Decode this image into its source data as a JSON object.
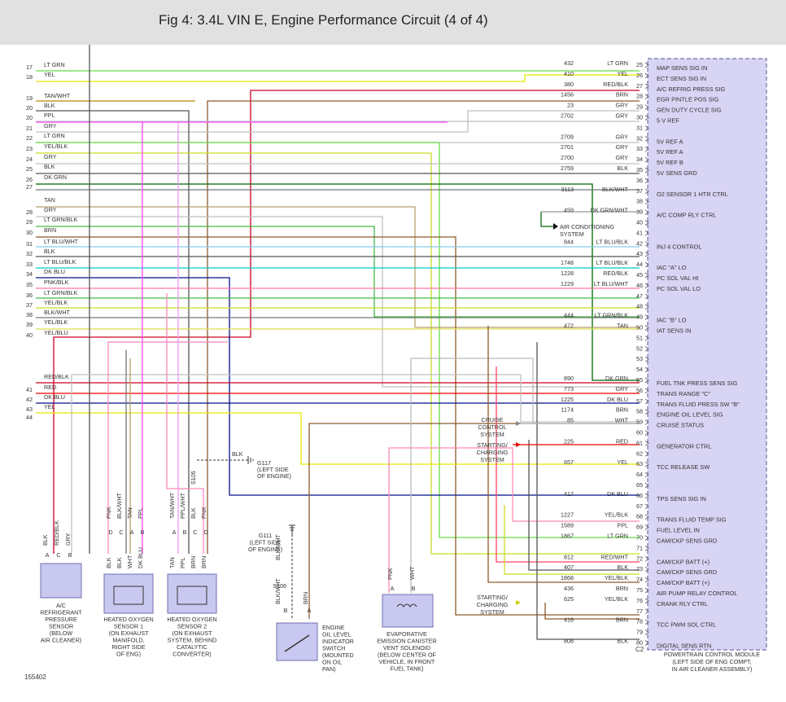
{
  "title": "Fig 4: 3.4L VIN E, Engine Performance Circuit (4 of 4)",
  "figure_id": "155402",
  "colors": {
    "LT GRN": "#66dd44",
    "YEL": "#e8e800",
    "TAN/WHT": "#b8860b",
    "BLK": "#555555",
    "PPL": "#ff44ff",
    "GRY": "#c0c0c0",
    "YEL/BLK": "#ccdd22",
    "DK GRN": "#006600",
    "TAN": "#b5a06a",
    "LT GRN/BLK": "#44bb44",
    "BRN": "#8b5a2b",
    "LT BLU/WHT": "#88ccee",
    "LT BLU/BLK": "#00cccc",
    "DK BLU": "#001188",
    "PNK/BLK": "#ff77aa",
    "BLK/WHT": "#777777",
    "YEL/BLU": "#dddd55",
    "RED/BLK": "#cc0022",
    "RED": "#ee0000",
    "WHT": "#bbbbbb",
    "PNK": "#ff88bb",
    "PPL/WHT": "#ee99ee",
    "RED/WHT": "#ff4466",
    "DK BLU/BLK": "#002266",
    "BRN/WHT": "#aa7744",
    "GRN": "#118811"
  },
  "left_wires": [
    {
      "n": "17",
      "c": "LT GRN"
    },
    {
      "n": "18",
      "c": "YEL"
    },
    {
      "n": "19",
      "c": "TAN/WHT"
    },
    {
      "n": "20",
      "c": "BLK"
    },
    {
      "n": "20",
      "c": "PPL"
    },
    {
      "n": "21",
      "c": "GRY"
    },
    {
      "n": "22",
      "c": "LT GRN"
    },
    {
      "n": "23",
      "c": "YEL/BLK"
    },
    {
      "n": "24",
      "c": "GRY"
    },
    {
      "n": "25",
      "c": "BLK"
    },
    {
      "n": "26",
      "c": "DK GRN"
    },
    {
      "n": "27",
      "c": ""
    },
    {
      "n": "",
      "c": "TAN"
    },
    {
      "n": "28",
      "c": "GRY"
    },
    {
      "n": "29",
      "c": "LT GRN/BLK"
    },
    {
      "n": "30",
      "c": "BRN"
    },
    {
      "n": "31",
      "c": "LT BLU/WHT"
    },
    {
      "n": "32",
      "c": "BLK"
    },
    {
      "n": "33",
      "c": "LT BLU/BLK"
    },
    {
      "n": "34",
      "c": "DK BLU"
    },
    {
      "n": "35",
      "c": "PNK/BLK"
    },
    {
      "n": "36",
      "c": "LT GRN/BLK"
    },
    {
      "n": "37",
      "c": "YEL/BLK"
    },
    {
      "n": "38",
      "c": "BLK/WHT"
    },
    {
      "n": "39",
      "c": "YEL/BLK"
    },
    {
      "n": "40",
      "c": "YEL/BLU"
    },
    {
      "n": "",
      "c": "RED/BLK"
    },
    {
      "n": "41",
      "c": "RED"
    },
    {
      "n": "42",
      "c": "DK BLU"
    },
    {
      "n": "43",
      "c": "YEL"
    },
    {
      "n": "44",
      "c": ""
    }
  ],
  "pcm_pins": [
    {
      "p": "25",
      "circ": "432",
      "c": "LT GRN",
      "label": "MAP SENS SIG IN"
    },
    {
      "p": "26",
      "circ": "410",
      "c": "YEL",
      "label": "ECT SENS SIG IN"
    },
    {
      "p": "27",
      "circ": "380",
      "c": "RED/BLK",
      "label": "A/C REFRIG PRESS SIG"
    },
    {
      "p": "28",
      "circ": "1456",
      "c": "BRN",
      "label": "EGR PINTLE POS SIG"
    },
    {
      "p": "29",
      "circ": "23",
      "c": "GRY",
      "label": "GEN DUTY CYCLE SIG"
    },
    {
      "p": "30",
      "circ": "2702",
      "c": "GRY",
      "label": "5 V REF"
    },
    {
      "p": "31",
      "circ": "",
      "c": "",
      "label": ""
    },
    {
      "p": "32",
      "circ": "2709",
      "c": "GRY",
      "label": "5V REF A"
    },
    {
      "p": "33",
      "circ": "2701",
      "c": "GRY",
      "label": "5V REF A"
    },
    {
      "p": "34",
      "circ": "2700",
      "c": "GRY",
      "label": "5V REF B"
    },
    {
      "p": "35",
      "circ": "2759",
      "c": "BLK",
      "label": "5V SENS GRD"
    },
    {
      "p": "36",
      "circ": "",
      "c": "",
      "label": ""
    },
    {
      "p": "37",
      "circ": "3113",
      "c": "BLK/WHT",
      "label": "O2 SENSOR 1 HTR CTRL"
    },
    {
      "p": "38",
      "circ": "",
      "c": "",
      "label": ""
    },
    {
      "p": "39",
      "circ": "459",
      "c": "DK GRN/WHT",
      "label": "A/C COMP RLY CTRL"
    },
    {
      "p": "40",
      "circ": "",
      "c": "",
      "label": ""
    },
    {
      "p": "41",
      "circ": "",
      "c": "",
      "label": ""
    },
    {
      "p": "42",
      "circ": "844",
      "c": "LT BLU/BLK",
      "label": "INJ 4 CONTROL"
    },
    {
      "p": "43",
      "circ": "",
      "c": "",
      "label": ""
    },
    {
      "p": "44",
      "circ": "1748",
      "c": "LT BLU/BLK",
      "label": "IAC \"A\" LO"
    },
    {
      "p": "45",
      "circ": "1228",
      "c": "RED/BLK",
      "label": "PC SOL VAL HI"
    },
    {
      "p": "46",
      "circ": "1229",
      "c": "LT BLU/WHT",
      "label": "PC SOL VAL LO"
    },
    {
      "p": "47",
      "circ": "",
      "c": "",
      "label": ""
    },
    {
      "p": "48",
      "circ": "",
      "c": "",
      "label": ""
    },
    {
      "p": "49",
      "circ": "444",
      "c": "LT GRN/BLK",
      "label": "IAC \"B\" LO"
    },
    {
      "p": "50",
      "circ": "472",
      "c": "TAN",
      "label": "IAT SENS IN"
    },
    {
      "p": "51",
      "circ": "",
      "c": "",
      "label": ""
    },
    {
      "p": "52",
      "circ": "",
      "c": "",
      "label": ""
    },
    {
      "p": "53",
      "circ": "",
      "c": "",
      "label": ""
    },
    {
      "p": "54",
      "circ": "",
      "c": "",
      "label": ""
    },
    {
      "p": "55",
      "circ": "890",
      "c": "DK GRN",
      "label": "FUEL TNK PRESS SENS SIG"
    },
    {
      "p": "56",
      "circ": "773",
      "c": "GRY",
      "label": "TRANS RANGE \"C\""
    },
    {
      "p": "57",
      "circ": "1225",
      "c": "DK BLU",
      "label": "TRANS FLUID PRESS SW \"B\""
    },
    {
      "p": "58",
      "circ": "1174",
      "c": "BRN",
      "label": "ENGINE OIL LEVEL SIG"
    },
    {
      "p": "59",
      "circ": "85",
      "c": "WHT",
      "label": "CRUISE STATUS"
    },
    {
      "p": "60",
      "circ": "",
      "c": "",
      "label": ""
    },
    {
      "p": "61",
      "circ": "225",
      "c": "RED",
      "label": "GENERATOR CTRL"
    },
    {
      "p": "62",
      "circ": "",
      "c": "",
      "label": ""
    },
    {
      "p": "63",
      "circ": "657",
      "c": "YEL",
      "label": "TCC RELEASE SW"
    },
    {
      "p": "64",
      "circ": "",
      "c": "",
      "label": ""
    },
    {
      "p": "65",
      "circ": "",
      "c": "",
      "label": ""
    },
    {
      "p": "66",
      "circ": "417",
      "c": "DK BLU",
      "label": "TPS SENS SIG IN"
    },
    {
      "p": "67",
      "circ": "",
      "c": "",
      "label": ""
    },
    {
      "p": "68",
      "circ": "1227",
      "c": "YEL/BLK",
      "label": "TRANS FLUID TEMP SIG"
    },
    {
      "p": "69",
      "circ": "1589",
      "c": "PPL",
      "label": "FUEL LEVEL IN"
    },
    {
      "p": "70",
      "circ": "1867",
      "c": "LT GRN",
      "label": "CAM/CKP SENS GRD"
    },
    {
      "p": "71",
      "circ": "",
      "c": "",
      "label": ""
    },
    {
      "p": "72",
      "circ": "812",
      "c": "RED/WHT",
      "label": "CAM/CKP BATT (+)"
    },
    {
      "p": "73",
      "circ": "407",
      "c": "BLK",
      "label": "CAM/CKP SENS GRD"
    },
    {
      "p": "74",
      "circ": "1868",
      "c": "YEL/BLK",
      "label": "CAM/CKP BATT (+)"
    },
    {
      "p": "75",
      "circ": "436",
      "c": "BRN",
      "label": "AIR PUMP RELAY CONTROL"
    },
    {
      "p": "76",
      "circ": "625",
      "c": "YEL/BLK",
      "label": "CRANK RLY CTRL"
    },
    {
      "p": "77",
      "circ": "",
      "c": "",
      "label": ""
    },
    {
      "p": "78",
      "circ": "418",
      "c": "BRN",
      "label": "TCC PWM SOL CTRL"
    },
    {
      "p": "79",
      "circ": "",
      "c": "",
      "label": ""
    },
    {
      "p": "80",
      "circ": "808",
      "c": "BLK",
      "label": "DIGITAL SENS RTN"
    }
  ],
  "connector_c2": "C2",
  "pcm_caption": [
    "POWERTRAIN CONTROL MODULE",
    "(LEFT SIDE OF ENG COMPT,",
    "IN AIR CLEANER ASSEMBLY)"
  ],
  "refs": {
    "ac_system": [
      "AIR CONDITIONING",
      "SYSTEM"
    ],
    "cruise": [
      "CRUISE",
      "CONTROL",
      "SYSTEM"
    ],
    "starting1": [
      "STARTING/",
      "CHARGING",
      "SYSTEM"
    ],
    "starting2": [
      "STARTING/",
      "CHARGING",
      "SYSTEM"
    ]
  },
  "g117": {
    "wire": "BLK",
    "label": [
      "G117",
      "(LEFT SIDE",
      "OF ENGINE)"
    ]
  },
  "s105": "S105",
  "g111": {
    "label": [
      "G111",
      "(LEFT SIDE",
      "OF ENGINE)"
    ]
  },
  "s106": "S106",
  "ac_sensor": {
    "top_colors": [
      "BLK",
      "RED/BLK",
      "GRY"
    ],
    "pins": [
      "A",
      "C",
      "B"
    ],
    "caption": [
      "A/C",
      "REFRIGERANT",
      "PRESSURE",
      "SENSOR",
      "(BELOW",
      "AIR CLEANER)"
    ]
  },
  "ho2s1": {
    "top_colors": [
      "PNK",
      "BLK/WHT",
      "TAN",
      "PPL"
    ],
    "pins": [
      "D",
      "C",
      "A",
      "B"
    ],
    "bottom_colors": [
      "BLK",
      "BLK",
      "WHT",
      "DK BLU"
    ],
    "caption": [
      "HEATED OXYGEN",
      "SENSOR 1",
      "(ON EXHAUST",
      "MANIFOLD,",
      "RIGHT SIDE",
      "OF ENG)"
    ]
  },
  "ho2s2": {
    "top_colors": [
      "TAN/WHT",
      "PPL/WHT",
      "BLK",
      "PNK"
    ],
    "pins": [
      "A",
      "B",
      "C",
      "D"
    ],
    "bottom_colors": [
      "TAN",
      "PPL",
      "BRN",
      "BRN"
    ],
    "caption": [
      "HEATED OXYGEN",
      "SENSOR 2",
      "(ON EXHAUST",
      "SYSTEM, BEHIND",
      "CATALYTIC",
      "CONVERTER)"
    ]
  },
  "oil_switch": {
    "colors": [
      "BLK/WHT",
      "BLK/WHT",
      "BRN"
    ],
    "pins": [
      "B",
      "A"
    ],
    "caption": [
      "ENGINE",
      "OIL LEVEL",
      "INDICATOR",
      "SWITCH",
      "(MOUNTED",
      "ON OIL",
      "PAN)"
    ]
  },
  "evap": {
    "colors": [
      "PNK",
      "WHT"
    ],
    "pins": [
      "A",
      "B"
    ],
    "caption": [
      "EVAPORATIVE",
      "EMISSION CANISTER",
      "VENT SOLENOID",
      "(BELOW CENTER OF",
      "VEHICLE, IN FRONT",
      "FUEL TANK)"
    ]
  }
}
